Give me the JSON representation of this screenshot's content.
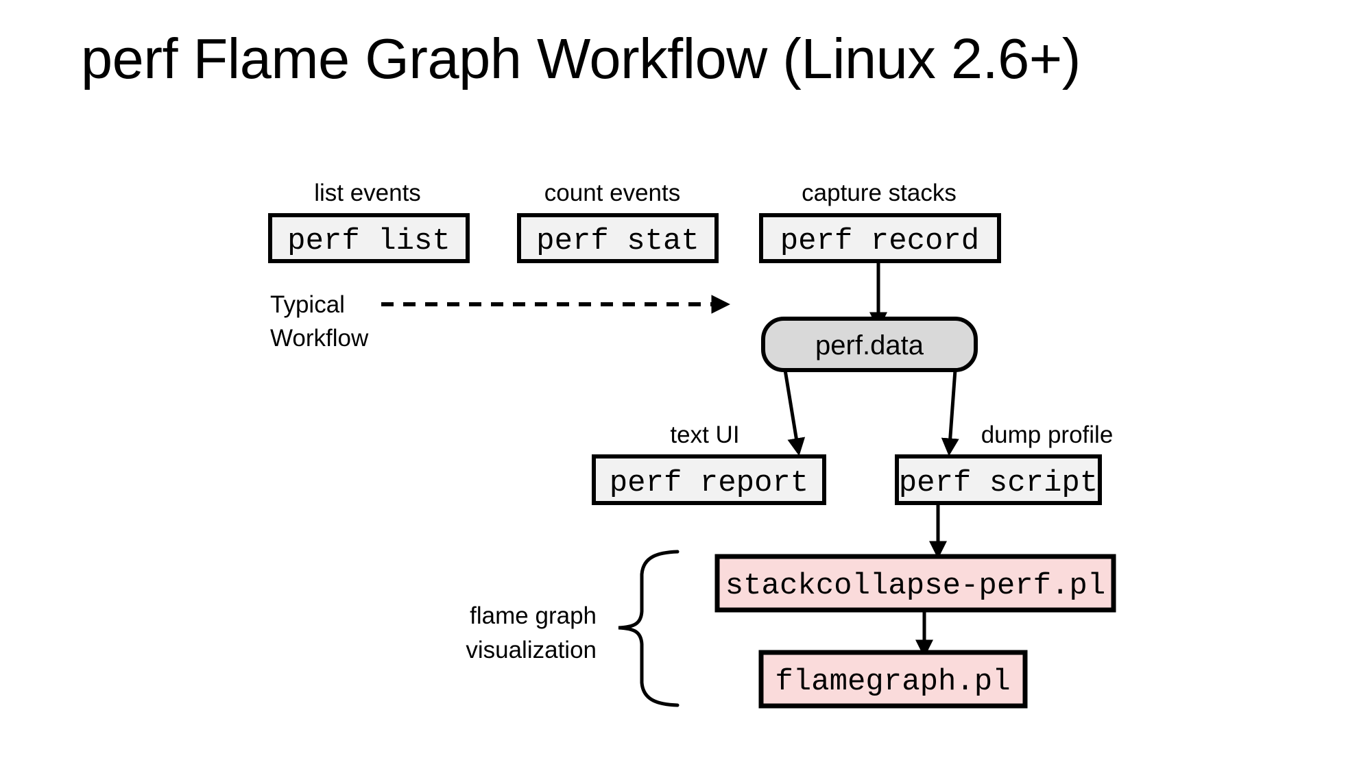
{
  "slide": {
    "title": "perf Flame Graph Workflow (Linux 2.6+)",
    "background_color": "#ffffff"
  },
  "colors": {
    "command_box_fill": "#f2f2f2",
    "data_box_fill": "#d9d9d9",
    "script_box_fill": "#fadbdb",
    "stroke": "#000000",
    "text": "#000000"
  },
  "diagram": {
    "type": "flowchart",
    "annotations": [
      {
        "id": "ann-list-events",
        "text": "list events"
      },
      {
        "id": "ann-count-events",
        "text": "count events"
      },
      {
        "id": "ann-capture-stacks",
        "text": "capture stacks"
      },
      {
        "id": "ann-text-ui",
        "text": "text UI"
      },
      {
        "id": "ann-dump-profile",
        "text": "dump profile"
      }
    ],
    "workflow_label": {
      "line1": "Typical",
      "line2": "Workflow"
    },
    "brace_label": {
      "line1": "flame graph",
      "line2": "visualization"
    },
    "nodes": [
      {
        "id": "perf-list",
        "label": "perf list",
        "style": "command"
      },
      {
        "id": "perf-stat",
        "label": "perf stat",
        "style": "command"
      },
      {
        "id": "perf-record",
        "label": "perf record",
        "style": "command"
      },
      {
        "id": "perf-data",
        "label": "perf.data",
        "style": "data"
      },
      {
        "id": "perf-report",
        "label": "perf report",
        "style": "command"
      },
      {
        "id": "perf-script",
        "label": "perf script",
        "style": "command"
      },
      {
        "id": "stackcollapse-perf-pl",
        "label": "stackcollapse-perf.pl",
        "style": "script"
      },
      {
        "id": "flamegraph-pl",
        "label": "flamegraph.pl",
        "style": "script"
      }
    ],
    "edges": [
      {
        "from": "perf-record",
        "to": "perf-data",
        "style": "solid"
      },
      {
        "from": "perf-data",
        "to": "perf-report",
        "style": "solid"
      },
      {
        "from": "perf-data",
        "to": "perf-script",
        "style": "solid"
      },
      {
        "from": "perf-script",
        "to": "stackcollapse-perf-pl",
        "style": "solid"
      },
      {
        "from": "stackcollapse-perf-pl",
        "to": "flamegraph-pl",
        "style": "solid"
      },
      {
        "from": "typical-workflow",
        "to": "perf-record",
        "style": "dashed"
      }
    ]
  }
}
